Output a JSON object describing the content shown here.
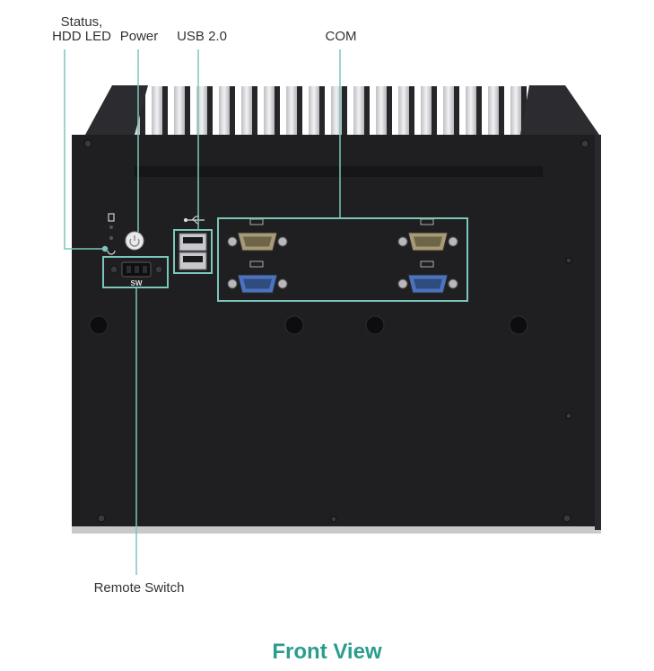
{
  "labels": {
    "status_hdd_led_line1": "Status,",
    "status_hdd_led_line2": "HDD LED",
    "power": "Power",
    "usb": "USB 2.0",
    "com": "COM",
    "remote_switch": "Remote Switch",
    "switch_marking": "SW"
  },
  "caption": "Front View",
  "colors": {
    "callout_line": "#7cc6bb",
    "caption": "#2a9d8f",
    "chassis": "#1f1f21",
    "heatsink_fin": "#d8d8dc",
    "com_top": "#a89a72",
    "com_bottom": "#4a74c0"
  },
  "icons": [
    "hdd-icon",
    "led-icon",
    "power-icon",
    "usb-icon"
  ]
}
